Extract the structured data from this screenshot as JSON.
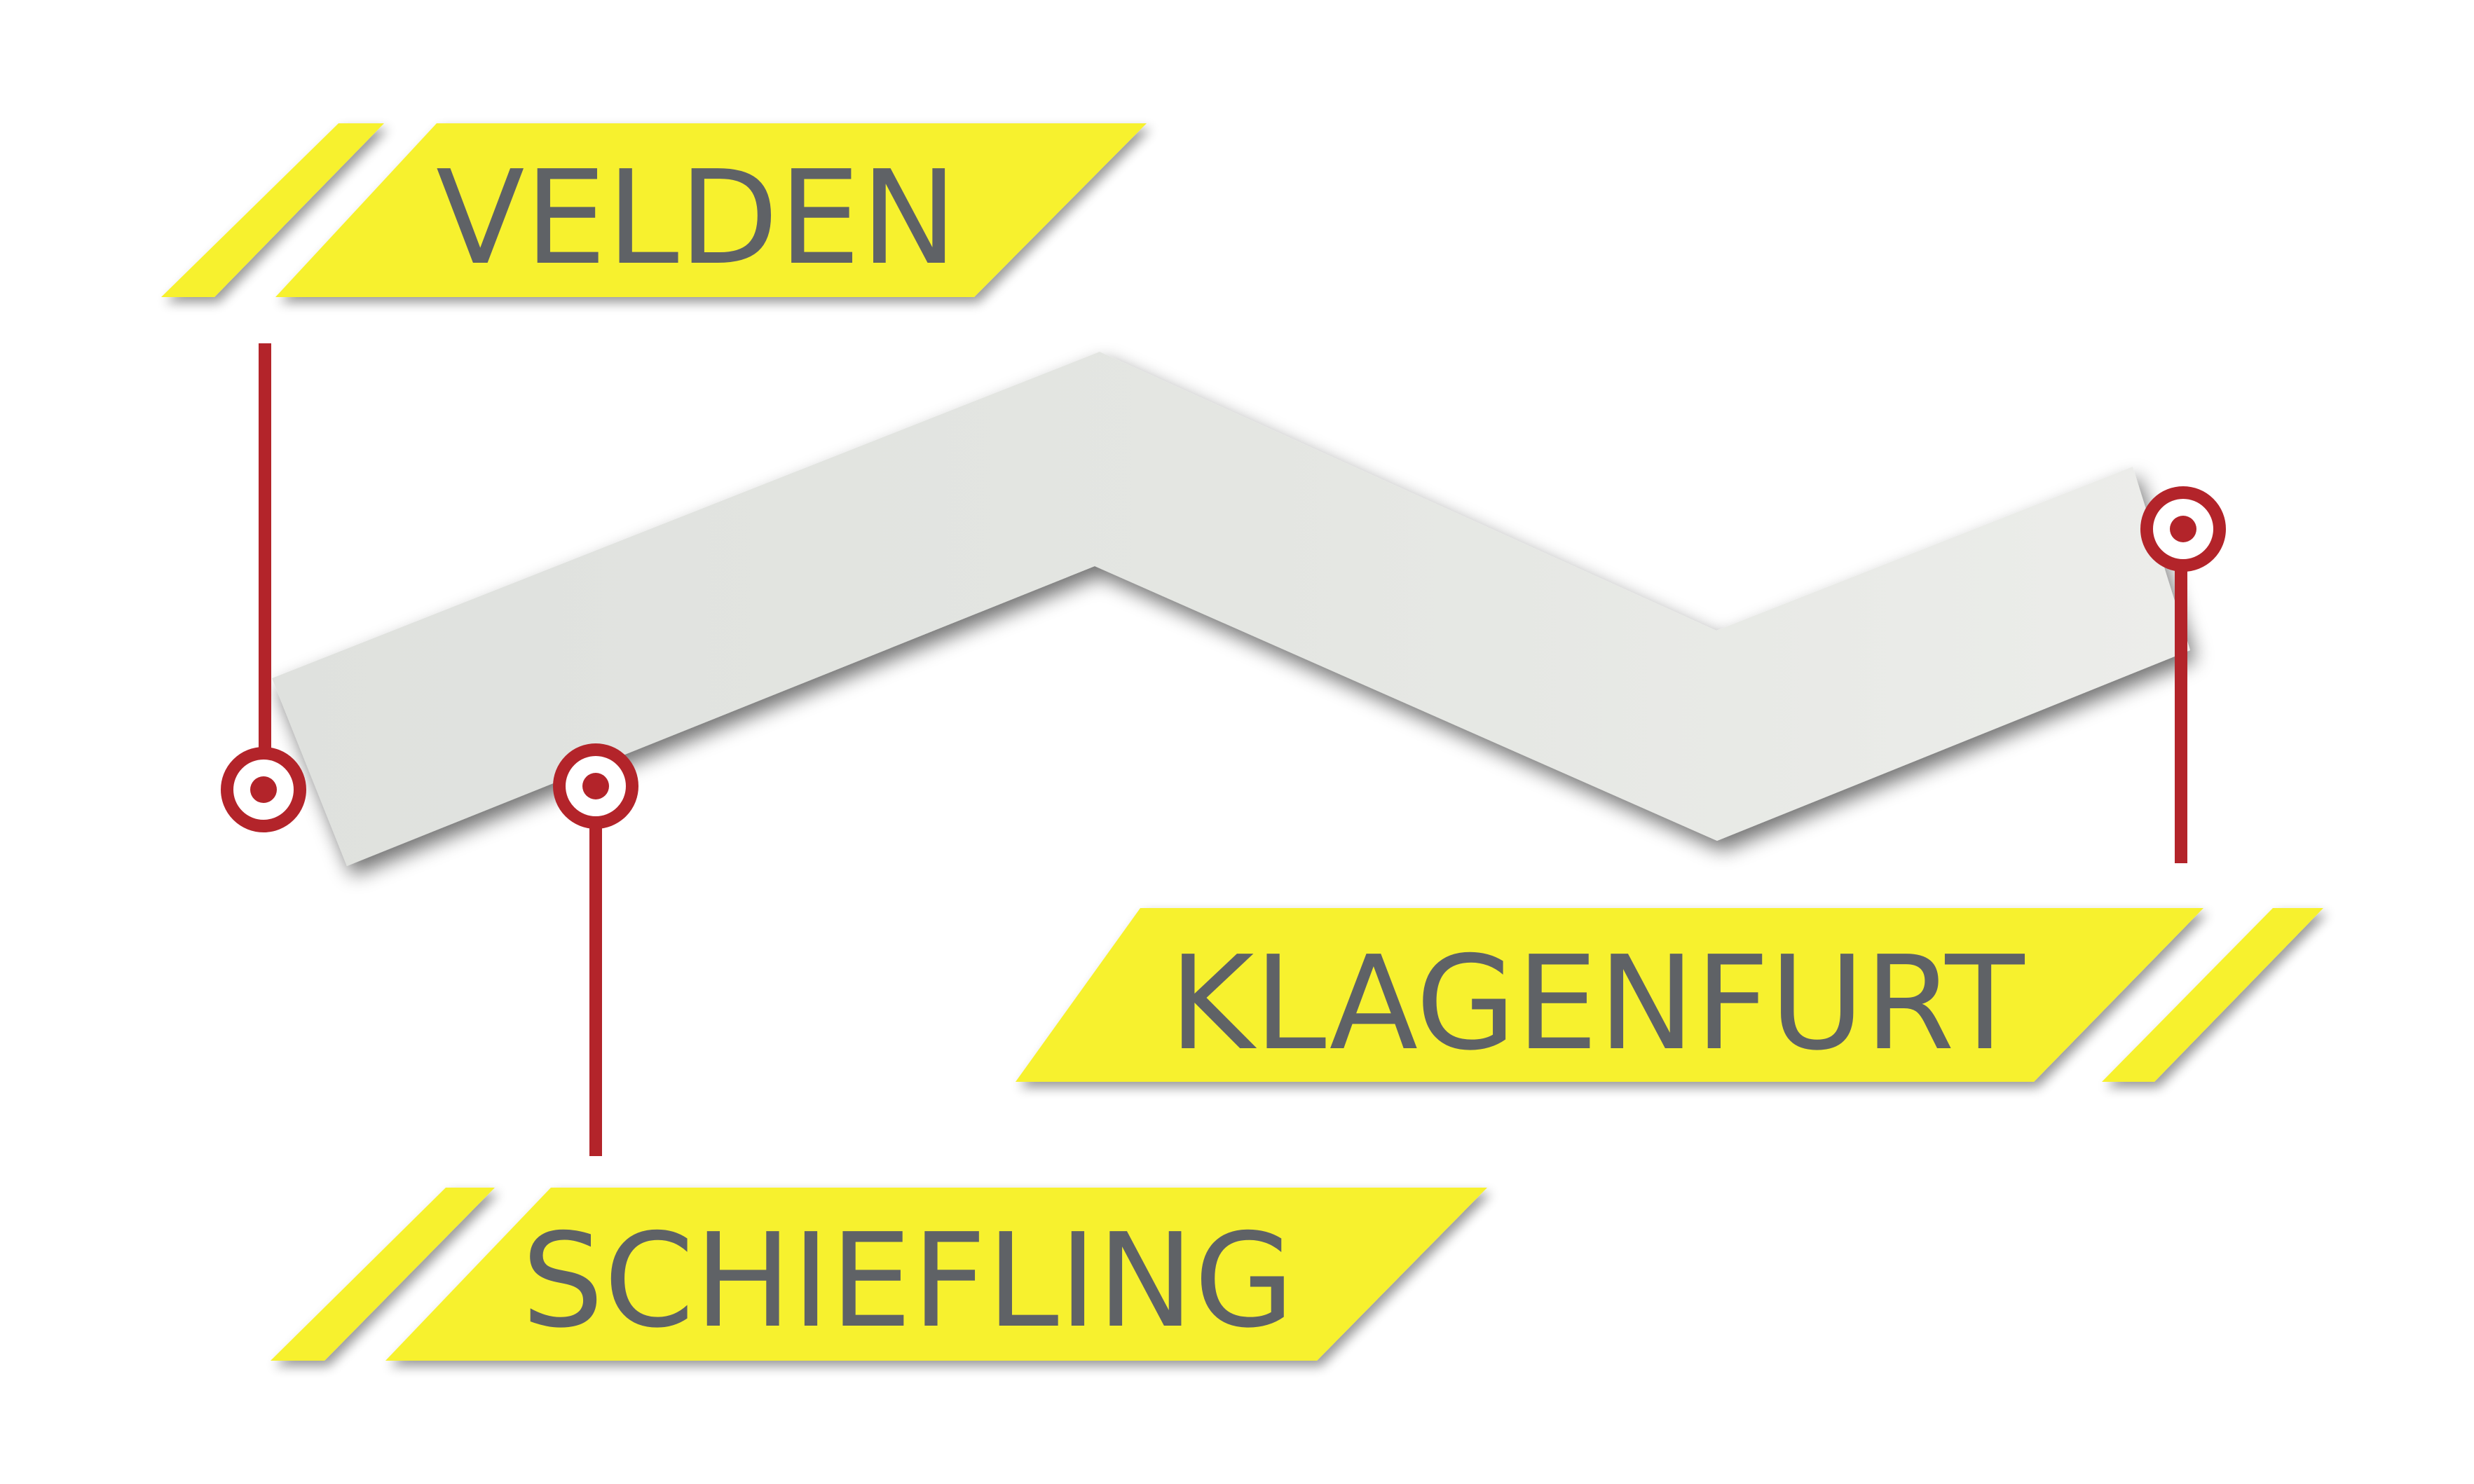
{
  "route": {
    "stations": [
      {
        "id": "velden",
        "name": "VELDEN"
      },
      {
        "id": "schiefling",
        "name": "SCHIEFLING"
      },
      {
        "id": "klagenfurt",
        "name": "KLAGENFURT"
      }
    ]
  },
  "colors": {
    "label_fill": "#f7f12e",
    "label_text": "#5f6266",
    "marker": "#b3242a",
    "band": "#e3e5e2",
    "background": "#ffffff"
  }
}
